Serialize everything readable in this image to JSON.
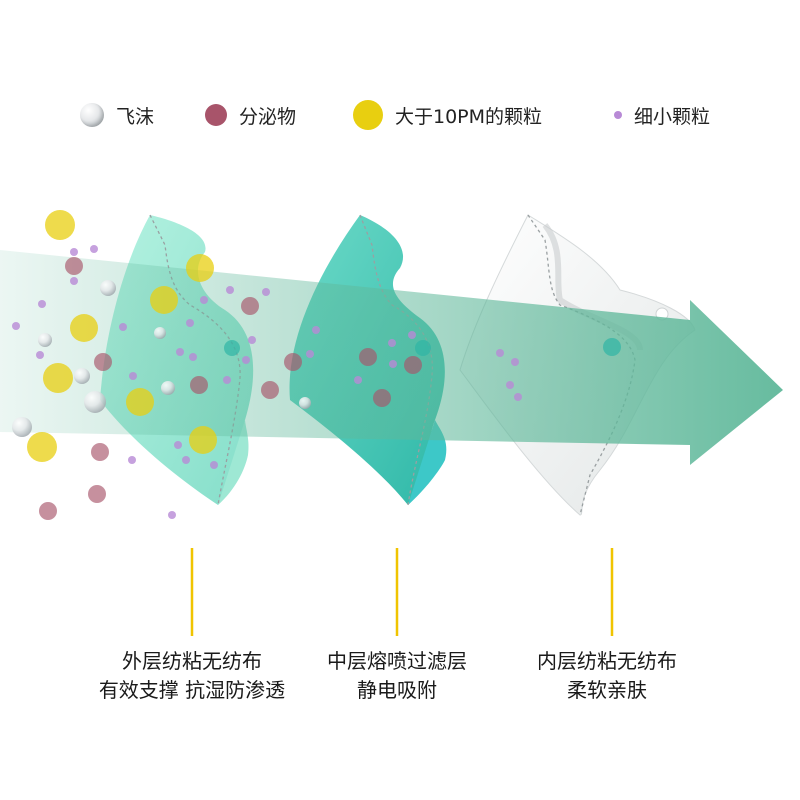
{
  "legend": [
    {
      "key": "droplet",
      "label": "飞沫"
    },
    {
      "key": "secretion",
      "label": "分泌物"
    },
    {
      "key": "large",
      "label": "大于10PM的颗粒"
    },
    {
      "key": "fine",
      "label": "细小颗粒"
    }
  ],
  "layers": [
    {
      "key": "outer",
      "title": "外层纺粘无纺布",
      "desc": "有效支撑 抗湿防渗透"
    },
    {
      "key": "middle",
      "title": "中层熔喷过滤层",
      "desc": "静电吸附"
    },
    {
      "key": "inner",
      "title": "内层纺粘无纺布",
      "desc": "柔软亲肤"
    }
  ],
  "colors": {
    "droplet": "#d9dde0",
    "secretion": "#a8546a",
    "large": "#e8cf10",
    "fine": "#b88ad6",
    "outer_layer": "#7fe0c8",
    "middle_layer": "#3cc4b4",
    "inner_layer": "#eef0f0",
    "arrow": "#5fb89a",
    "connector": "#f0c400"
  },
  "icons": {
    "droplet": "droplet-icon",
    "secretion": "secretion-dot-icon",
    "large": "large-particle-icon",
    "fine": "fine-particle-icon"
  }
}
